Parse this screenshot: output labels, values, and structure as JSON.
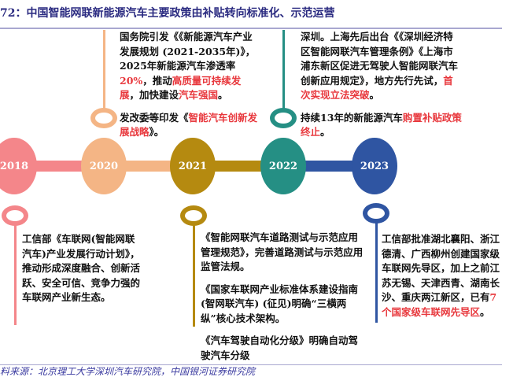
{
  "title": "72：中国智能网联新能源汽车主要政策由补贴转向标准化、示范运营",
  "source": "料来源：北京理工大学深圳汽车研究院，中国银河证券研究院",
  "colors": {
    "y2018": "#f4868a",
    "y2020": "#f4b585",
    "y2021": "#b58a10",
    "y2022": "#258f84",
    "y2023": "#2f55a2",
    "highlight": "#e8383d"
  },
  "years": [
    "2018",
    "2020",
    "2021",
    "2022",
    "2023"
  ],
  "events": {
    "y2018": [
      [
        {
          "t": "工信部《车联网(智能网联汽车)产业发展行动计划》，推动形成深度融合、创新活跃、安全可信、竞争力强的车联网产业新生态。"
        }
      ]
    ],
    "y2020": [
      [
        {
          "t": "国务院引发《《新能源汽车产业发展规划 (2021-2035年)》，2025年新能源汽车渗透率"
        },
        {
          "t": "20%",
          "hl": true
        },
        {
          "t": "，推动"
        },
        {
          "t": "高质量可持续发展",
          "hl": true
        },
        {
          "t": "，加快建设"
        },
        {
          "t": "汽车强国",
          "hl": true
        },
        {
          "t": "。"
        }
      ],
      [
        {
          "t": "发改委等印发《"
        },
        {
          "t": "智能汽车创新发展战略",
          "hl": true
        },
        {
          "t": "》。"
        }
      ]
    ],
    "y2021": [
      [
        {
          "t": "《智能网联汽车道路测试与示范应用管理规范》，完善道路测试与示范应用监管法规。"
        }
      ],
      [
        {
          "t": "《国家车联网产业标准体系建设指南(智网联汽车) (征见)明确“三横两纵”核心技术架构。"
        }
      ],
      [
        {
          "t": "《汽车驾驶自动化分级》明确自动驾驶汽车分级"
        }
      ]
    ],
    "y2022": [
      [
        {
          "t": "深圳。上海先后出台《《深圳经济特区智能网联汽车管理条例》《上海市浦东新区促进无驾驶人智能网联汽车创新应用规定》，地方先行先试，"
        },
        {
          "t": "首次实现立法突破",
          "hl": true
        },
        {
          "t": "。"
        }
      ],
      [
        {
          "t": "持续13年的新能源汽车"
        },
        {
          "t": "购置补贴政策终止",
          "hl": true
        },
        {
          "t": "。"
        }
      ]
    ],
    "y2023": [
      [
        {
          "t": "工信部批准湖北襄阳、浙江德清、广西柳州创建国家级车联网先导区，加上之前江苏无锡、天津西青、湖南长沙、重庆两江新区，已有"
        },
        {
          "t": "7个国家级车联网先导区",
          "hl": true
        },
        {
          "t": "。"
        }
      ]
    ]
  }
}
